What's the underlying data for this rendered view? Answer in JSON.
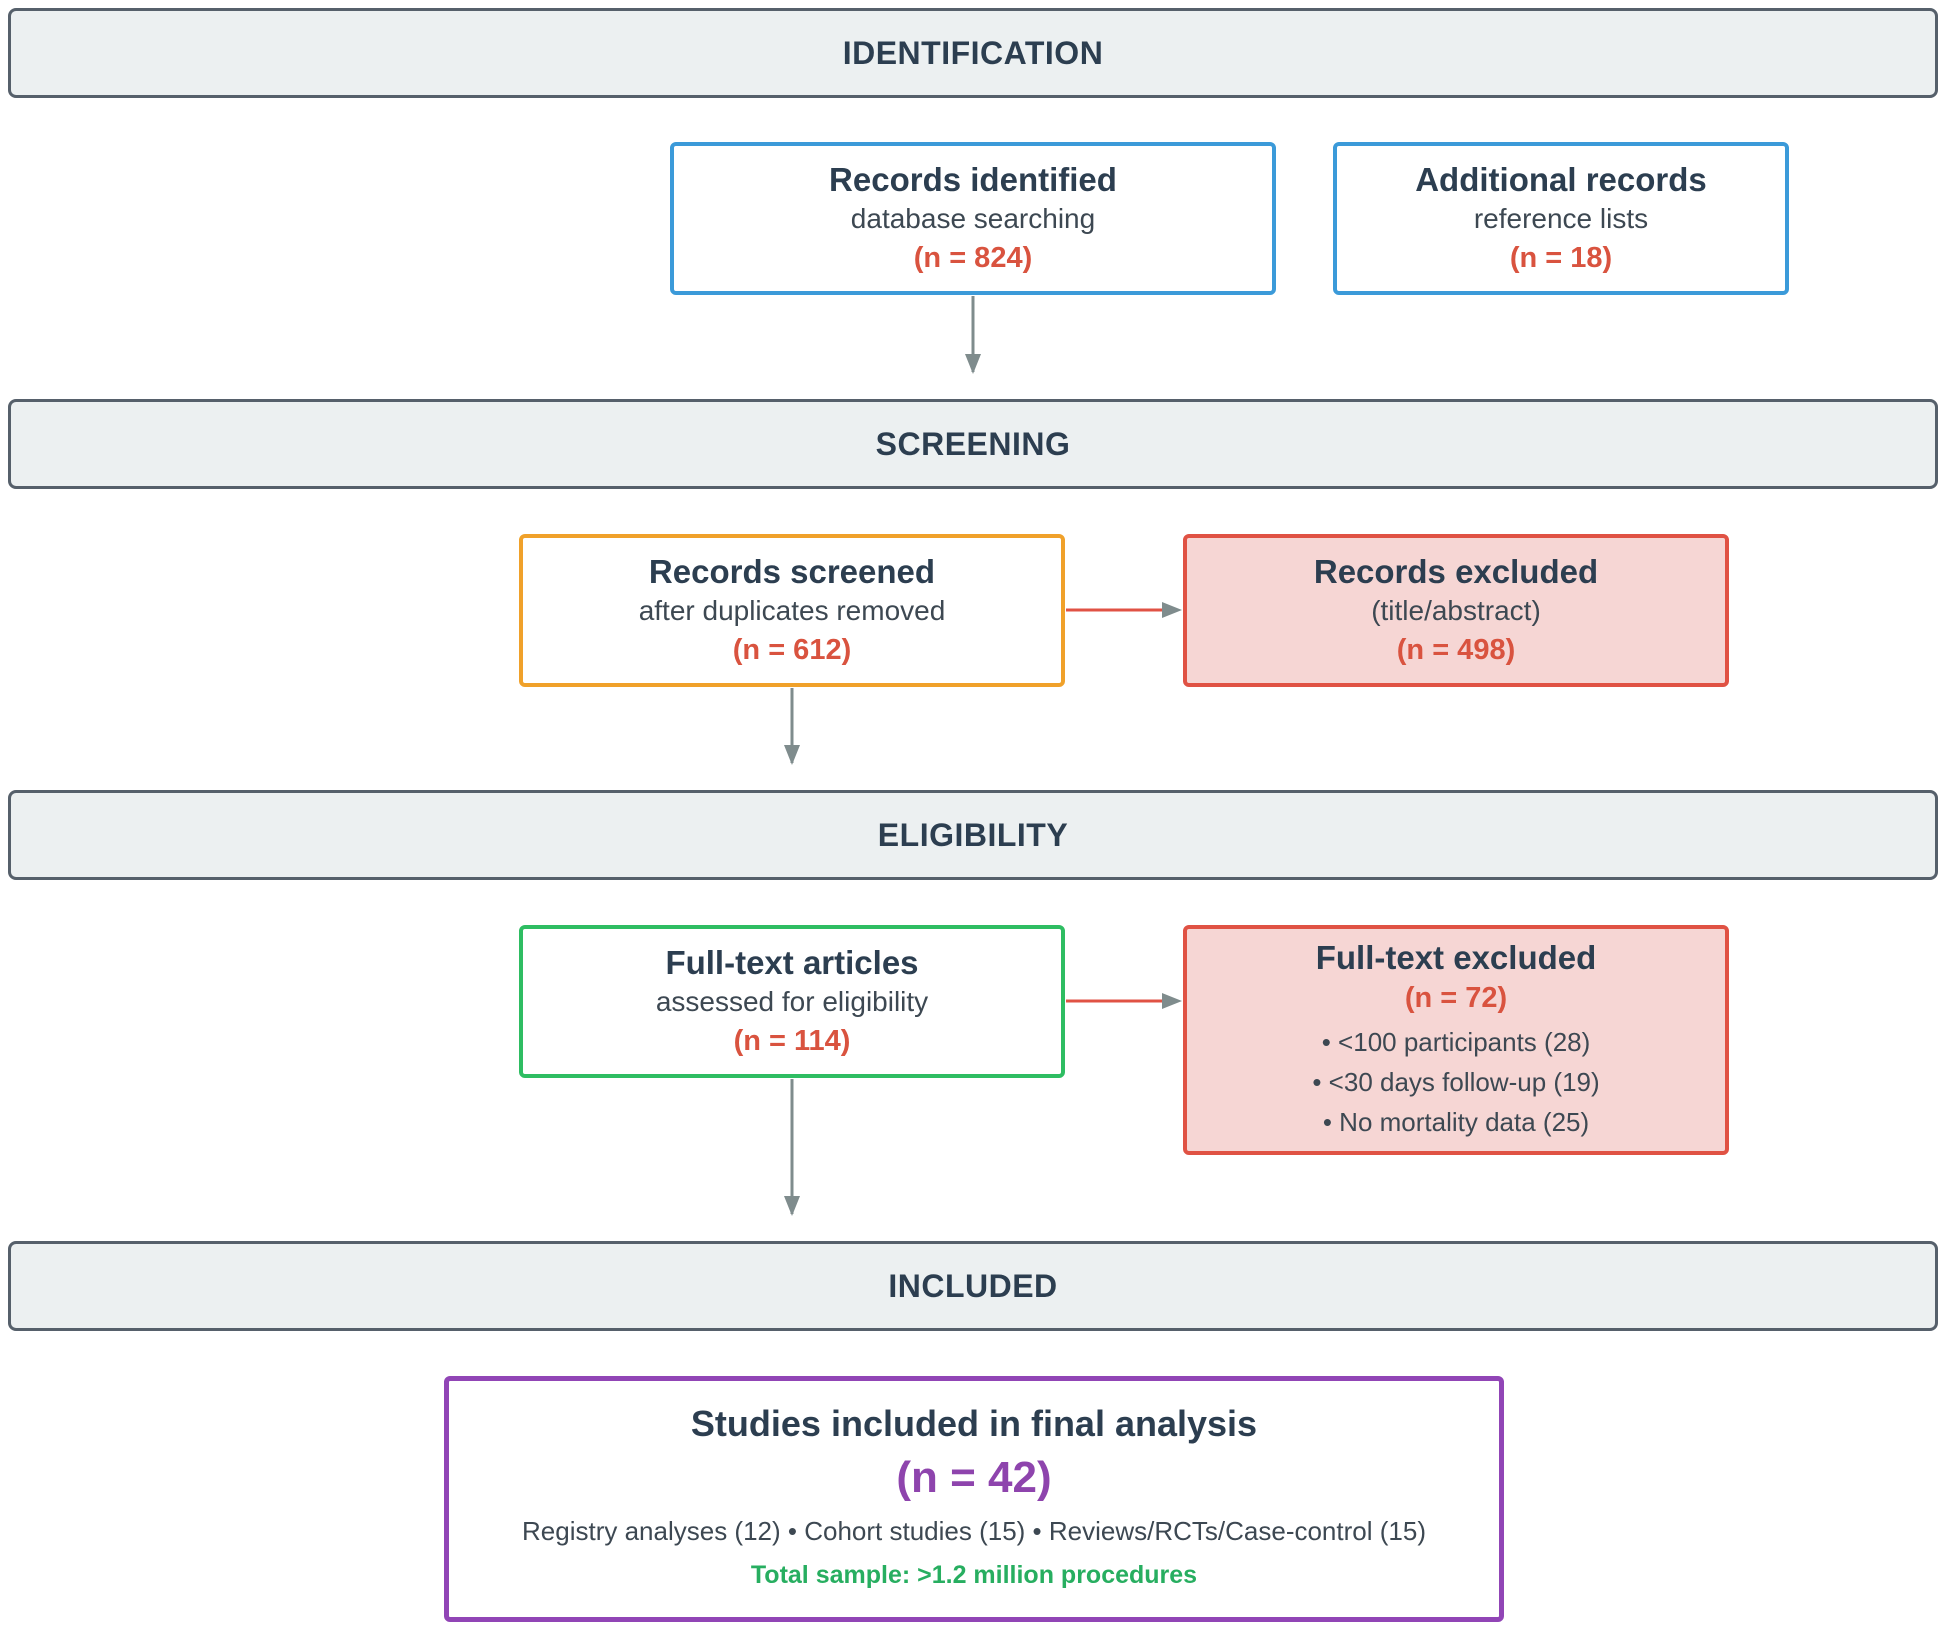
{
  "phases": {
    "identification": "IDENTIFICATION",
    "screening": "SCREENING",
    "eligibility": "ELIGIBILITY",
    "included": "INCLUDED"
  },
  "identified": {
    "title": "Records identified",
    "sub": "database searching",
    "count": "(n = 824)"
  },
  "additional": {
    "title": "Additional records",
    "sub": "reference lists",
    "count": "(n = 18)"
  },
  "screened": {
    "title": "Records screened",
    "sub": "after duplicates removed",
    "count": "(n = 612)"
  },
  "excluded": {
    "title": "Records excluded",
    "sub": "(title/abstract)",
    "count": "(n = 498)"
  },
  "fulltext": {
    "title": "Full-text articles",
    "sub": "assessed for eligibility",
    "count": "(n = 114)"
  },
  "fulltext_excluded": {
    "title": "Full-text excluded",
    "count": "(n = 72)",
    "reasons": [
      "• <100 participants (28)",
      "• <30 days follow-up (19)",
      "• No mortality data (25)"
    ]
  },
  "final": {
    "title": "Studies included in final analysis",
    "count": "(n = 42)",
    "breakdown": "Registry analyses (12) • Cohort studies (15) • Reviews/RCTs/Case-control (15)",
    "total": "Total sample: >1.2 million procedures"
  },
  "colors": {
    "phase_bg": "#ecf0f1",
    "identification_border": "#3b9ad9",
    "screening_border": "#f0a12a",
    "excluded_border": "#e05244",
    "excluded_fill": "#f6d6d4",
    "eligibility_border": "#2ebd62",
    "included_border": "#9145b6",
    "count_text": "#d9533f",
    "final_count": "#8e44ad",
    "total_text": "#27ae60",
    "arrow_gray": "#7f8c8d"
  }
}
